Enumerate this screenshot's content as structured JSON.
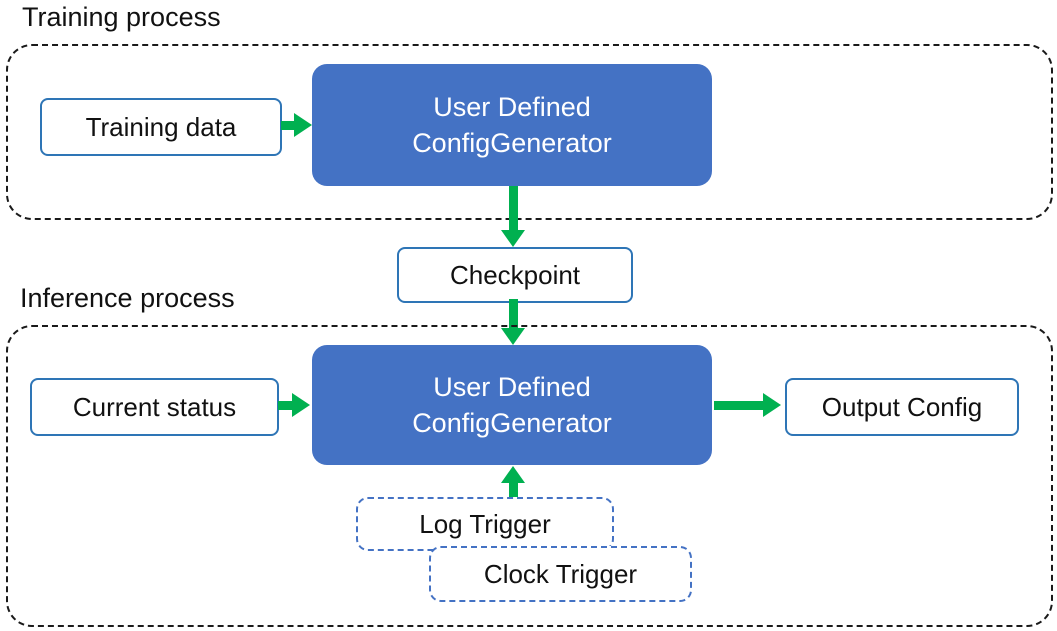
{
  "colors": {
    "blue_fill": "#4472C4",
    "blue_border": "#2E75B6",
    "trigger_dash_border": "#4472C4",
    "arrow_green": "#00B050",
    "container_dash": "#1a1a1a"
  },
  "training": {
    "label": "Training process",
    "input_box": "Training data",
    "generator_line1": "User Defined",
    "generator_line2": "ConfigGenerator"
  },
  "checkpoint": {
    "label": "Checkpoint"
  },
  "inference": {
    "label": "Inference process",
    "input_box": "Current status",
    "generator_line1": "User Defined",
    "generator_line2": "ConfigGenerator",
    "output_box": "Output Config",
    "log_trigger": "Log Trigger",
    "clock_trigger": "Clock Trigger"
  },
  "icons": {
    "arrows": [
      "arrow-training-data-to-generator",
      "arrow-generator-to-checkpoint",
      "arrow-checkpoint-to-inference-generator",
      "arrow-current-status-to-generator",
      "arrow-generator-to-output-config",
      "arrow-triggers-to-generator"
    ]
  }
}
